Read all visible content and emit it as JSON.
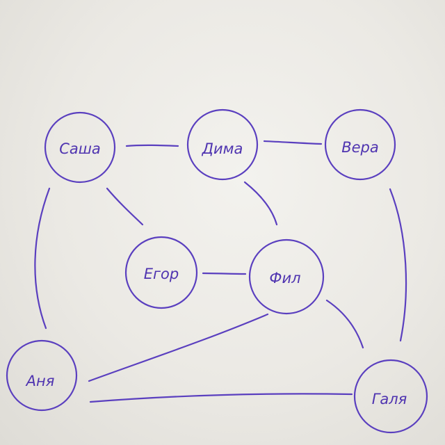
{
  "diagram": {
    "nodes": [
      {
        "id": "sasha",
        "label": "Саша"
      },
      {
        "id": "dima",
        "label": "Дима"
      },
      {
        "id": "vera",
        "label": "Вера"
      },
      {
        "id": "egor",
        "label": "Егор"
      },
      {
        "id": "fil",
        "label": "Фил"
      },
      {
        "id": "anya",
        "label": "Аня"
      },
      {
        "id": "galya",
        "label": "Галя"
      }
    ],
    "edges": [
      {
        "from": "sasha",
        "to": "dima"
      },
      {
        "from": "dima",
        "to": "vera"
      },
      {
        "from": "sasha",
        "to": "egor"
      },
      {
        "from": "sasha",
        "to": "anya"
      },
      {
        "from": "dima",
        "to": "fil"
      },
      {
        "from": "egor",
        "to": "fil"
      },
      {
        "from": "fil",
        "to": "anya"
      },
      {
        "from": "fil",
        "to": "galya"
      },
      {
        "from": "vera",
        "to": "galya"
      },
      {
        "from": "anya",
        "to": "galya"
      }
    ],
    "colors": {
      "ink": "#5a3fbf",
      "paper": "#ebe9e4"
    }
  }
}
